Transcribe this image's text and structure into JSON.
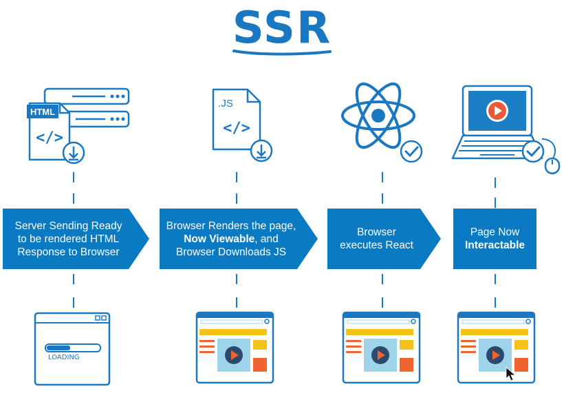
{
  "title": "SSR",
  "stages": [
    {
      "icon_file_label": "HTML",
      "text_before": "Server Sending Ready to be rendered HTML Response to Browser",
      "text_bold": "",
      "text_after": "",
      "bottom_label": "LOADING"
    },
    {
      "icon_file_label": ".JS",
      "text_before": "Browser Renders the page, ",
      "text_bold": "Now Viewable",
      "text_after": ", and Browser Downloads JS"
    },
    {
      "text_before": "Browser executes React",
      "text_bold": "",
      "text_after": ""
    },
    {
      "text_before": "Page Now ",
      "text_bold": "Interactable",
      "text_after": ""
    }
  ],
  "colors": {
    "primary_blue": "#1a78c2",
    "banner_blue": "#0a7bc2",
    "screen_blue": "#1a7fc4",
    "play_red": "#e85a3a",
    "yellow": "#f5c21b",
    "orange": "#f0642f",
    "light_blue": "#9fd3ea"
  },
  "icons": {
    "stage1": "html-file-server-download-icon",
    "stage2": "js-file-download-icon",
    "stage3": "react-atom-check-icon",
    "stage4": "laptop-play-check-icon",
    "bottom1": "loading-browser-icon",
    "bottom2": "webpage-video-icon",
    "bottom3": "webpage-video-icon",
    "bottom4": "webpage-video-cursor-icon"
  }
}
